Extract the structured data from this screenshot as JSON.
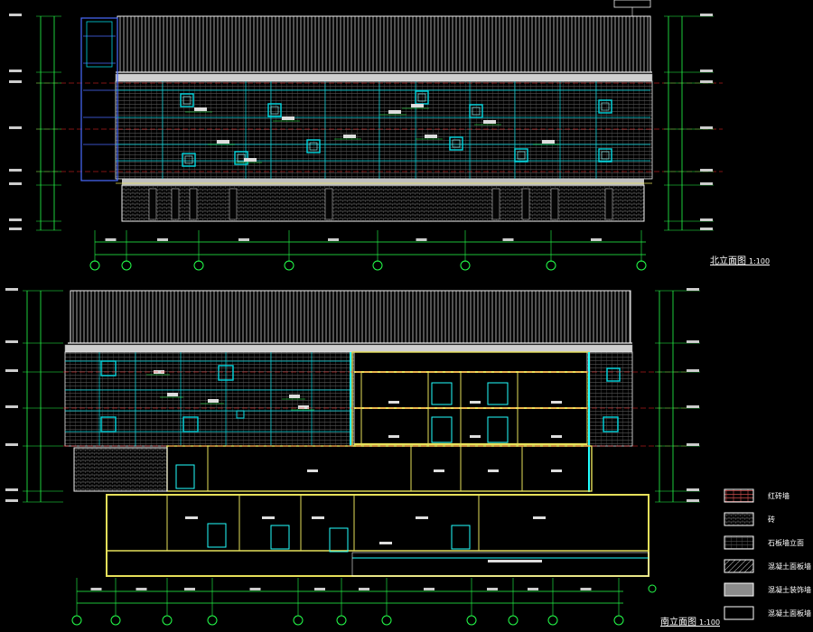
{
  "drawing": {
    "north_elevation": {
      "title": "北立面图",
      "scale": "1:100"
    },
    "south_elevation": {
      "title": "南立面图",
      "scale": "1:100"
    }
  },
  "legend": [
    {
      "label": "红砖墙",
      "swatch": "brick"
    },
    {
      "label": "砖",
      "swatch": "stone"
    },
    {
      "label": "石板墙立面",
      "swatch": "panel"
    },
    {
      "label": "混凝土面板墙",
      "swatch": "hatch"
    },
    {
      "label": "混凝土装饰墙",
      "swatch": "solid"
    },
    {
      "label": "混凝土面板墙",
      "swatch": "plain"
    }
  ],
  "colors": {
    "background": "#000000",
    "wall_grid": "#00d8e0",
    "axis": "#ff2b2b",
    "dimension": "#24ff4a",
    "structure": "#e6e05a",
    "text": "#ffffff",
    "outline": "#f2f2f2"
  }
}
